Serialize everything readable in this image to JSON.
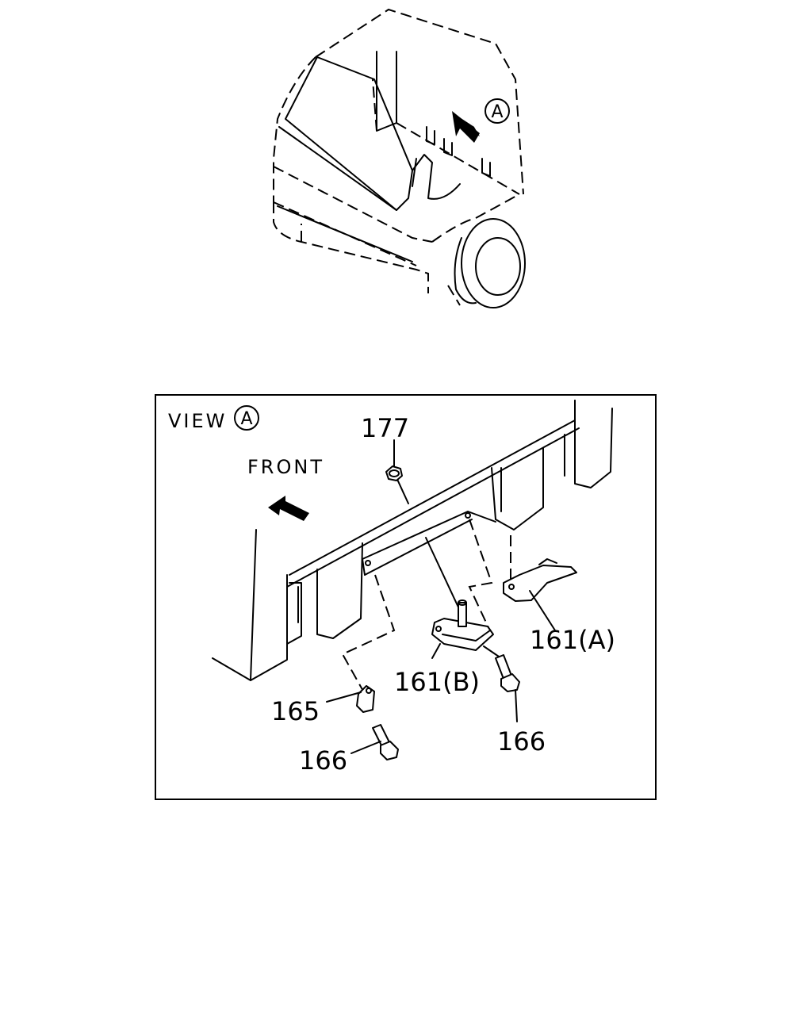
{
  "diagram": {
    "overview_marker": "A",
    "view_title": "VIEW",
    "view_marker": "A",
    "front_label": "FRONT",
    "callouts": [
      {
        "id": "177",
        "label": "177"
      },
      {
        "id": "161A",
        "label": "161(A)"
      },
      {
        "id": "161B",
        "label": "161(B)"
      },
      {
        "id": "165",
        "label": "165"
      },
      {
        "id": "166_left",
        "label": "166"
      },
      {
        "id": "166_right",
        "label": "166"
      }
    ]
  }
}
